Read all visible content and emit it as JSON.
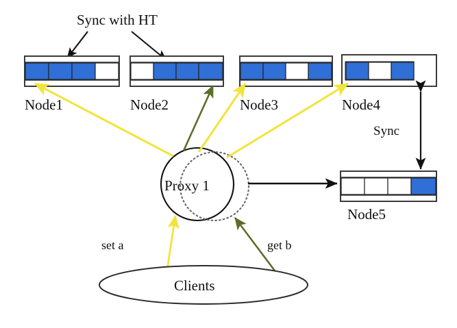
{
  "diagram": {
    "title_label": "Sync with HT",
    "colors": {
      "cell_filled": "#2f6fd6",
      "cell_empty": "#ffffff",
      "box_stroke": "#3a3a3a",
      "arrow_black": "#111111",
      "arrow_yellow": "#f2e43a",
      "arrow_green": "#5c6d2a",
      "text": "#111111",
      "background": "#ffffff"
    },
    "nodes": [
      {
        "id": "node1",
        "label": "Node1",
        "cells": [
          "filled",
          "filled",
          "filled",
          "empty"
        ],
        "filled_count": 3,
        "cell_count": 4
      },
      {
        "id": "node2",
        "label": "Node2",
        "cells": [
          "empty",
          "filled",
          "filled",
          "filled"
        ],
        "filled_count": 3,
        "cell_count": 4
      },
      {
        "id": "node3",
        "label": "Node3",
        "cells": [
          "filled",
          "filled",
          "empty",
          "filled"
        ],
        "filled_count": 3,
        "cell_count": 4
      },
      {
        "id": "node4",
        "label": "Node4",
        "cells": [
          "filled",
          "empty",
          "filled"
        ],
        "filled_count": 2,
        "cell_count": 3
      },
      {
        "id": "node5",
        "label": "Node5",
        "cells": [
          "empty",
          "empty",
          "empty",
          "filled"
        ],
        "filled_count": 1,
        "cell_count": 4
      }
    ],
    "proxy": {
      "label": "Proxy 1"
    },
    "clients": {
      "label": "Clients"
    },
    "sync_arrow": {
      "label": "Sync",
      "from": "Node4",
      "to": "Node5",
      "bidirectional": true
    },
    "operations": [
      {
        "id": "set-a",
        "label": "set  a",
        "color": "#f2e43a"
      },
      {
        "id": "get-b",
        "label": "get b",
        "color": "#5c6d2a"
      }
    ],
    "edges": [
      {
        "id": "sync-ht-to-node1",
        "color": "#111111",
        "from": "Sync with HT",
        "to": "Node1"
      },
      {
        "id": "sync-ht-to-node2",
        "color": "#111111",
        "from": "Sync with HT",
        "to": "Node2"
      },
      {
        "id": "proxy-to-node1",
        "color": "#f2e43a",
        "from": "Proxy 1",
        "to": "Node1"
      },
      {
        "id": "proxy-to-node2",
        "color": "#5c6d2a",
        "from": "Proxy 1",
        "to": "Node2"
      },
      {
        "id": "proxy-to-node3",
        "color": "#f2e43a",
        "from": "Proxy 1",
        "to": "Node3"
      },
      {
        "id": "proxy-to-node4",
        "color": "#f2e43a",
        "from": "Proxy 1",
        "to": "Node4"
      },
      {
        "id": "proxy-to-node5",
        "color": "#111111",
        "from": "Proxy 1",
        "to": "Node5"
      },
      {
        "id": "clients-set-a-to-proxy",
        "color": "#f2e43a",
        "from": "Clients",
        "to": "Proxy 1"
      },
      {
        "id": "clients-get-b-to-proxy",
        "color": "#5c6d2a",
        "from": "Clients",
        "to": "Proxy 1"
      }
    ]
  }
}
